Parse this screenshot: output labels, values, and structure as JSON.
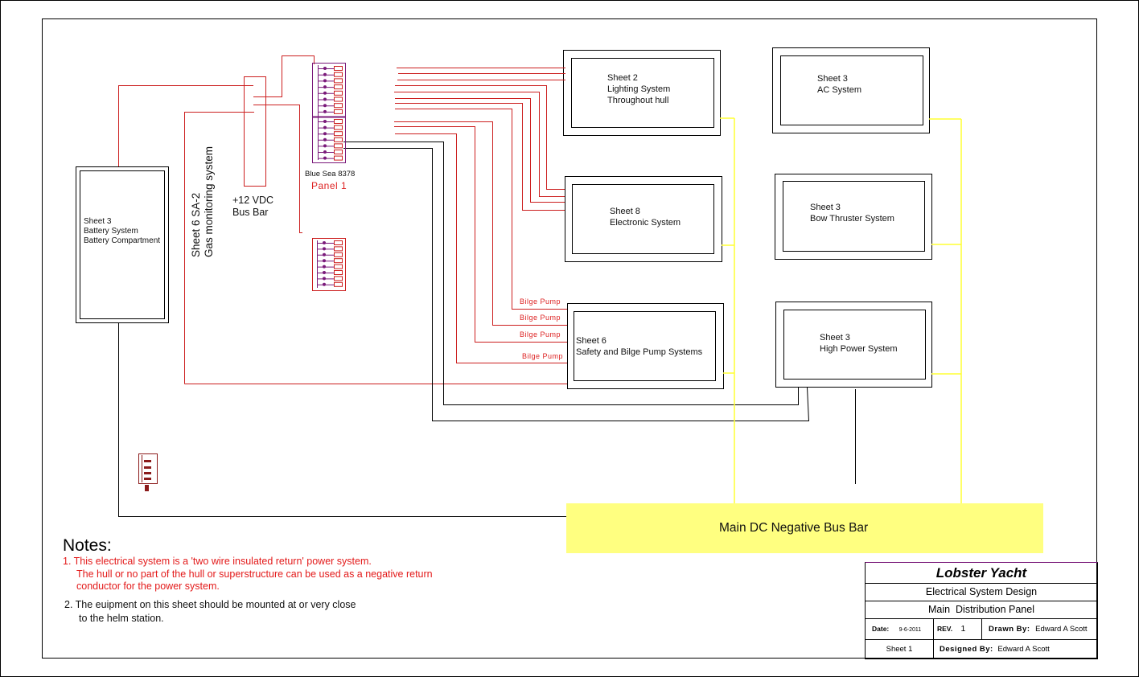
{
  "diagram": {
    "battery": {
      "lines": [
        "Sheet 3",
        "Battery System",
        "Battery Compartment"
      ]
    },
    "gas_monitor": {
      "lines": [
        "Sheet 6 SA-2",
        "Gas monitoring system"
      ]
    },
    "bus_bar_pos": {
      "lines": [
        "+12 VDC",
        "Bus Bar"
      ]
    },
    "panel": {
      "model": "Blue Sea 8378",
      "name": "Panel 1"
    },
    "systems": [
      {
        "id": "lighting",
        "lines": [
          "Sheet 2",
          "Lighting System",
          "Throughout hull"
        ]
      },
      {
        "id": "ac",
        "lines": [
          "Sheet 3",
          "AC System"
        ]
      },
      {
        "id": "electronic",
        "lines": [
          "Sheet 8",
          "Electronic System"
        ]
      },
      {
        "id": "bow-thruster",
        "lines": [
          "Sheet 3",
          "Bow Thruster System"
        ]
      },
      {
        "id": "safety",
        "lines": [
          "Sheet 6",
          "Safety and Bilge Pump Systems"
        ]
      },
      {
        "id": "high-power",
        "lines": [
          "Sheet 3",
          "High Power System"
        ]
      }
    ],
    "bilge_labels": [
      "Bilge Pump",
      "Bilge Pump",
      "Bilge Pump",
      "Bilge Pump"
    ],
    "negative_bus": "Main DC Negative Bus Bar",
    "colors": {
      "positive": "#cc1f1f",
      "negative": "#000000",
      "ground": "#ffff33",
      "panel": "#7a1a7a",
      "bus_fill": "#ffff80"
    }
  },
  "notes": {
    "title": "Notes:",
    "items": [
      {
        "color": "red",
        "lines": [
          "1. This electrical system is a 'two wire insulated return' power system.",
          "The hull or no part of the hull or superstructure can be used as a negative return",
          "conductor for the power system."
        ]
      },
      {
        "color": "black",
        "lines": [
          "2. The euipment on this sheet should be mounted at or very close",
          "to the helm station."
        ]
      }
    ]
  },
  "title_block": {
    "project": "Lobster Yacht",
    "subtitle": "Electrical System Design",
    "drawing": "Main  Distribution Panel",
    "date_label": "Date:",
    "date": "9-6-2011",
    "rev_label": "REV.",
    "rev": "1",
    "drawn_by_label": "Drawn By:",
    "drawn_by": "Edward A Scott",
    "sheet": "Sheet 1",
    "designed_by_label": "Designed By:",
    "designed_by": "Edward A Scott"
  }
}
